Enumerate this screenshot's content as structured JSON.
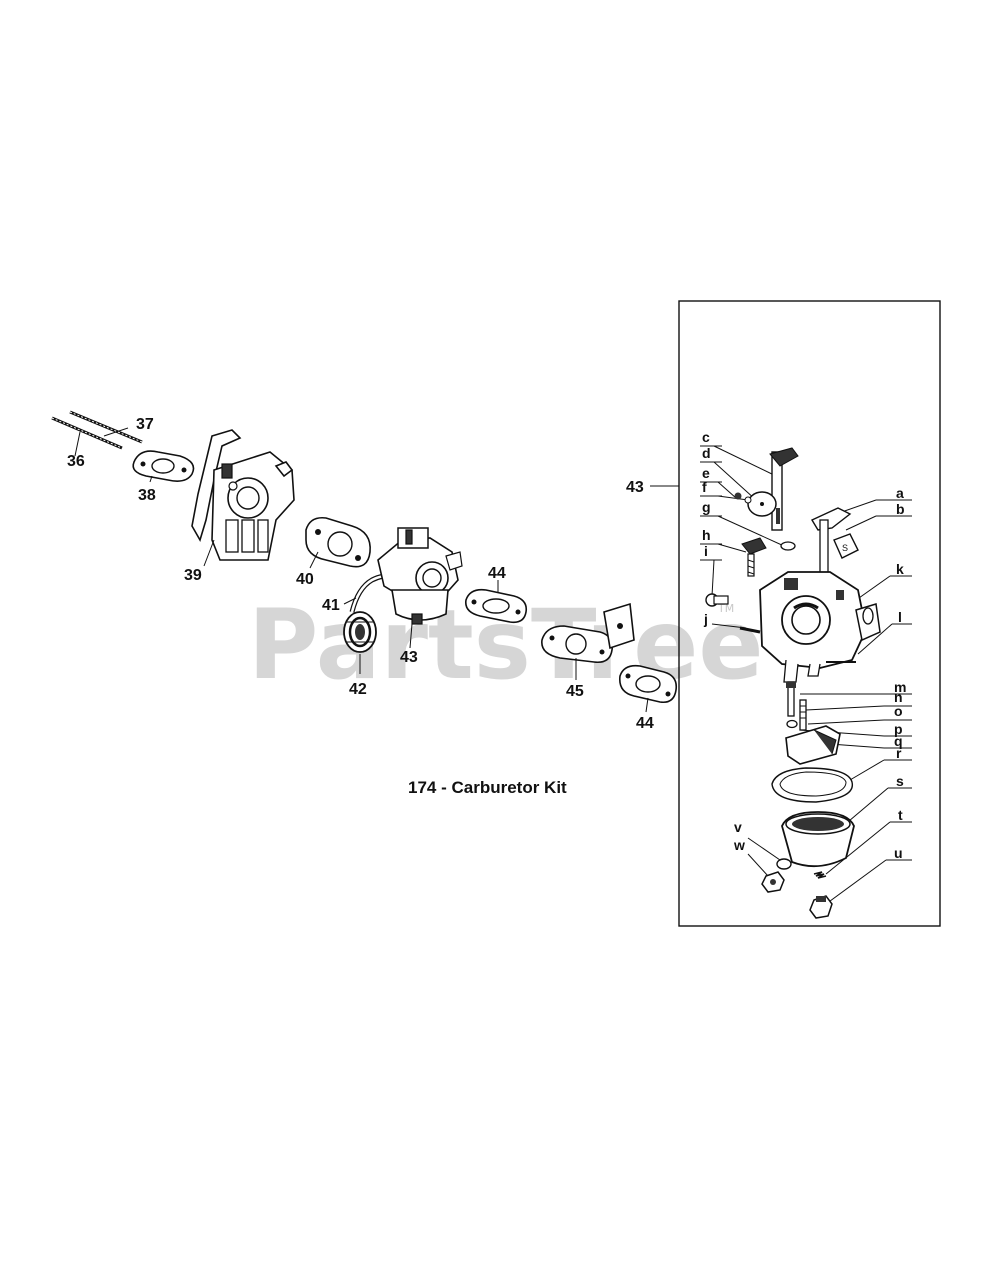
{
  "watermark": {
    "text": "PartsTree",
    "tm": "TM"
  },
  "caption": "174 - Carburetor Kit",
  "callouts": {
    "p36": "36",
    "p37": "37",
    "p38": "38",
    "p39": "39",
    "p40": "40",
    "p41": "41",
    "p42": "42",
    "p43_main": "43",
    "p44_a": "44",
    "p44_b": "44",
    "p45": "45",
    "p43_kit": "43"
  },
  "kit_letters": {
    "a": "a",
    "b": "b",
    "c": "c",
    "d": "d",
    "e": "e",
    "f": "f",
    "g": "g",
    "h": "h",
    "i": "i",
    "j": "j",
    "k": "k",
    "l": "l",
    "m": "m",
    "n": "n",
    "o": "o",
    "p": "p",
    "q": "q",
    "r": "r",
    "s": "s",
    "t": "t",
    "u": "u",
    "v": "v",
    "w": "w"
  }
}
